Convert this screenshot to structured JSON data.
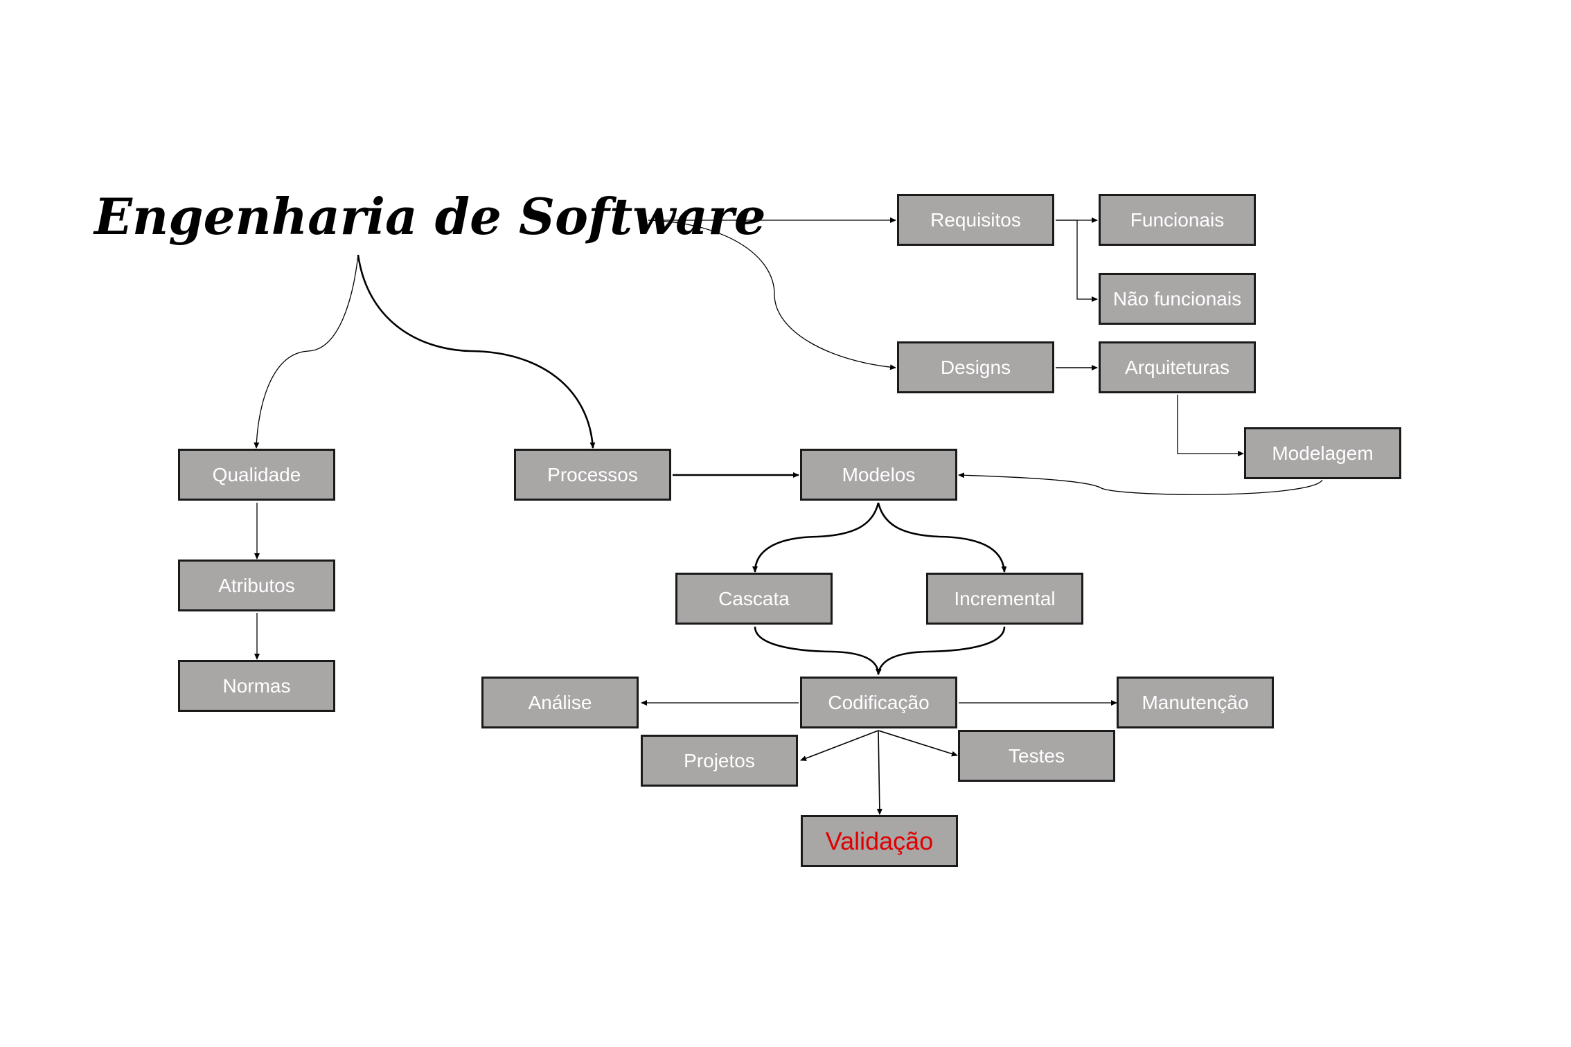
{
  "title": "Engenharia de Software",
  "colors": {
    "box_fill": "#a9a6a6",
    "box_border": "#1a1a1a",
    "box_text": "#ffffff",
    "highlight_text": "#e00000"
  },
  "nodes": {
    "requisitos": "Requisitos",
    "funcionais": "Funcionais",
    "nao_funcionais": "Não funcionais",
    "designs": "Designs",
    "arquiteturas": "Arquiteturas",
    "modelagem": "Modelagem",
    "qualidade": "Qualidade",
    "atributos": "Atributos",
    "normas": "Normas",
    "processos": "Processos",
    "modelos": "Modelos",
    "cascata": "Cascata",
    "incremental": "Incremental",
    "analise": "Análise",
    "codificacao": "Codificação",
    "manutencao": "Manutenção",
    "projetos": "Projetos",
    "testes": "Testes",
    "validacao": "Validação"
  }
}
